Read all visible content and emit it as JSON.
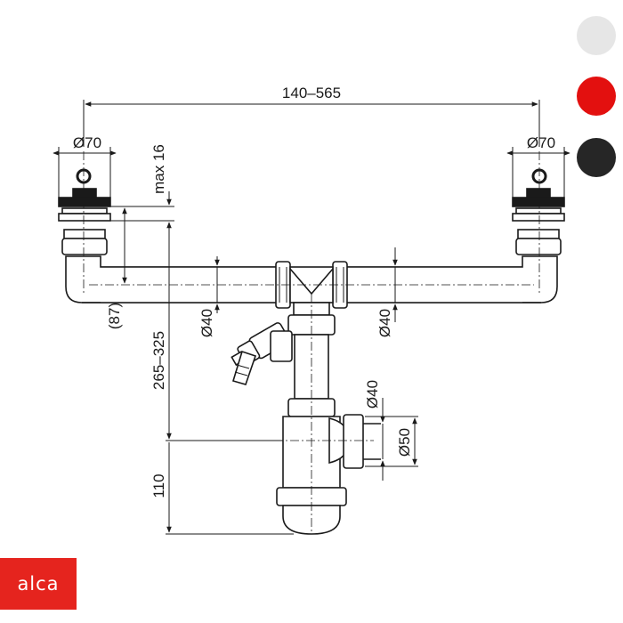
{
  "brand": {
    "logo_text": "alca",
    "logo_color": "#e5241e"
  },
  "color_options": [
    {
      "name": "white",
      "hex": "#e6e6e6"
    },
    {
      "name": "red",
      "hex": "#e3100f"
    },
    {
      "name": "black",
      "hex": "#262626"
    }
  ],
  "dimensions": {
    "distance_between_outlets": "140–565",
    "outlet_diameter_left": "Ø70",
    "outlet_diameter_right": "Ø70",
    "max_sink_thickness": "max 16",
    "outlet_to_pipe_axis": "(87)",
    "left_pipe_diameter": "Ø40",
    "right_pipe_diameter": "Ø40",
    "total_height": "265–325",
    "drain_diameter": "Ø40",
    "side_connection_diameter": "Ø50",
    "trap_height": "110"
  },
  "icons": {
    "strainer": "strainer-plug-icon",
    "hose_connector": "washing-machine-hose-connector-icon"
  }
}
